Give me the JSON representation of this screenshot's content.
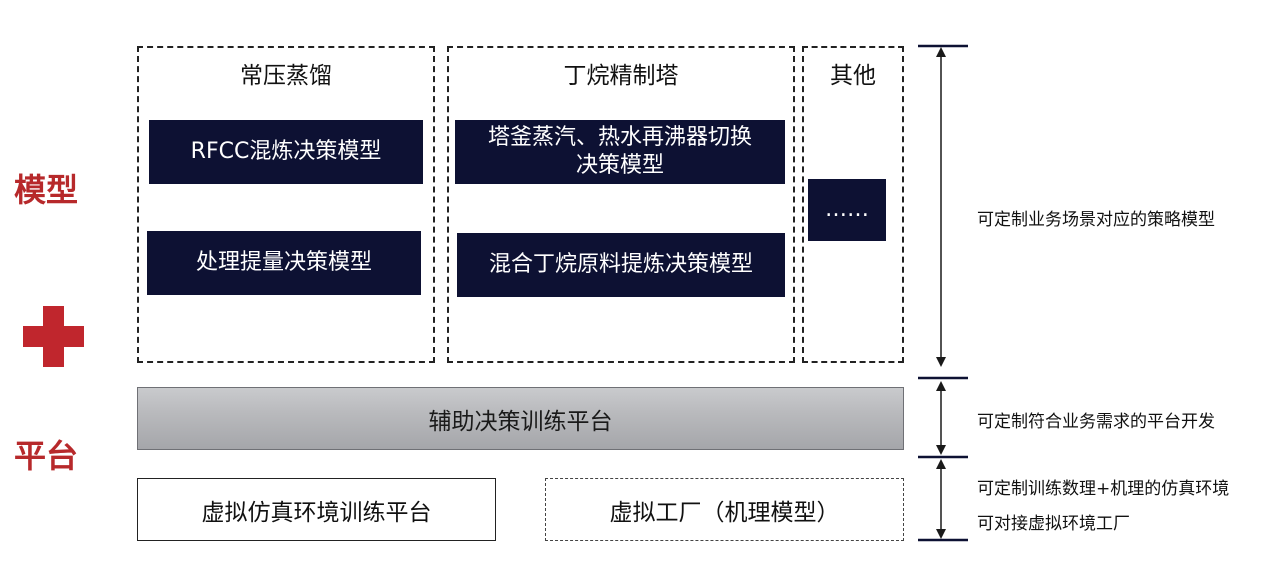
{
  "left_labels": {
    "model": "模型",
    "platform": "平台"
  },
  "groups": [
    {
      "title": "常压蒸馏",
      "models": [
        "RFCC混炼决策模型",
        "处理提量决策模型"
      ]
    },
    {
      "title": "丁烷精制塔",
      "models": [
        "塔釜蒸汽、热水再沸器切换\n决策模型",
        "混合丁烷原料提炼决策模型"
      ]
    },
    {
      "title": "其他",
      "models": [
        "……"
      ]
    }
  ],
  "platform": {
    "training": "辅助决策训练平台",
    "simulation": "虚拟仿真环境训练平台",
    "factory": "虚拟工厂（机理模型）"
  },
  "notes": {
    "model_note": "可定制业务场景对应的策略模型",
    "platform_note": "可定制符合业务需求的平台开发",
    "sim_note_1": "可定制训练数理+机理的仿真环境",
    "sim_note_2": "可对接虚拟环境工厂"
  },
  "colors": {
    "accent_red": "#b7292b",
    "model_box": "#0d1133",
    "platform_bar": "#b9babd"
  }
}
